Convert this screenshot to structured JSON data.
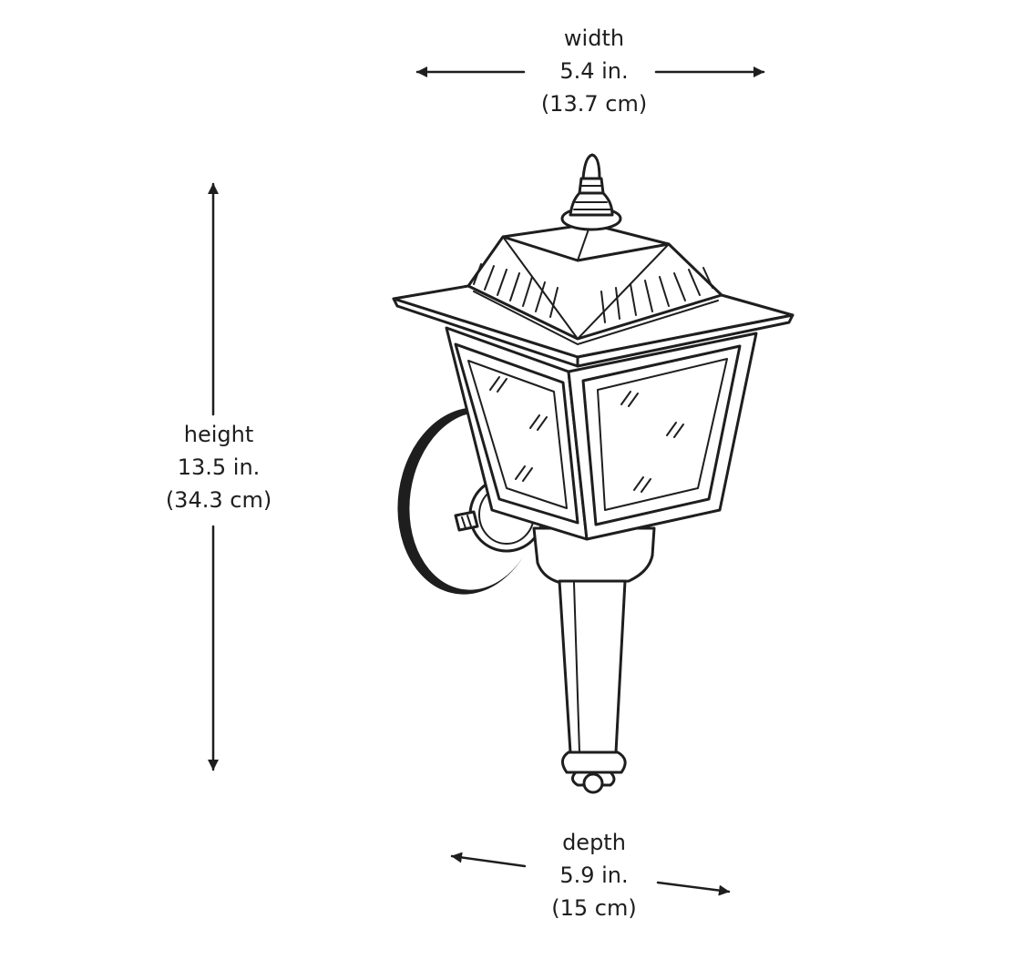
{
  "dimensions": {
    "width": {
      "label": "width",
      "imperial": "5.4 in.",
      "metric": "(13.7 cm)"
    },
    "height": {
      "label": "height",
      "imperial": "13.5 in.",
      "metric": "(34.3 cm)"
    },
    "depth": {
      "label": "depth",
      "imperial": "5.9 in.",
      "metric": "(15 cm)"
    }
  },
  "colors": {
    "ink": "#1e1e1e",
    "background": "#ffffff"
  }
}
